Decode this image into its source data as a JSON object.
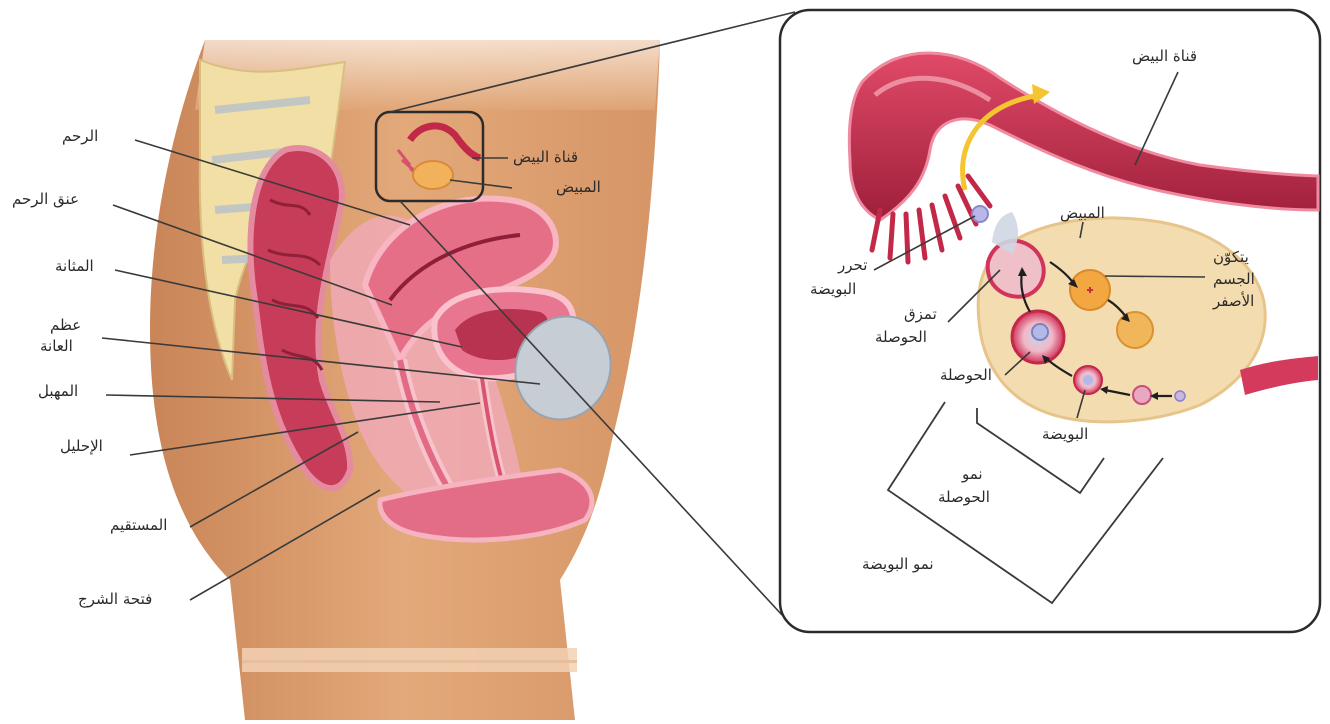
{
  "left_labels": {
    "uterus": "الرحم",
    "cervix": "عنق الرحم",
    "bladder": "المثانة",
    "pubic_bone_1": "عظم",
    "pubic_bone_2": "العانة",
    "vagina": "المهبل",
    "urethra": "الإحليل",
    "rectum": "المستقيم",
    "anus": "فتحة الشرج",
    "fallopian_tube": "قناة البيض",
    "ovary": "المبيض"
  },
  "inset_labels": {
    "fallopian_tube": "قناة البيض",
    "ovary": "المبيض",
    "corpus_luteum_1": "يتكوّن",
    "corpus_luteum_2": "الجسم",
    "corpus_luteum_3": "الأصفر",
    "ovum_release_1": "تحرر",
    "ovum_release_2": "البويضة",
    "follicle_rupture_1": "تمزق",
    "follicle_rupture_2": "الحوصلة",
    "follicle": "الحوصلة",
    "ovum": "البويضة",
    "follicle_growth_1": "نمو",
    "follicle_growth_2": "الحوصلة",
    "ovum_growth": "نمو البويضة"
  },
  "colors": {
    "skin": "#d99a68",
    "skin_light": "#f1cdaa",
    "tissue_pink": "#e8738a",
    "tissue_dark": "#b8334f",
    "bone": "#f2dca0",
    "bladder_bone_gray": "#c5ccd3",
    "ovary": "#f2d9a4",
    "tube": "#c22848",
    "arrow_yellow": "#f5c531"
  }
}
